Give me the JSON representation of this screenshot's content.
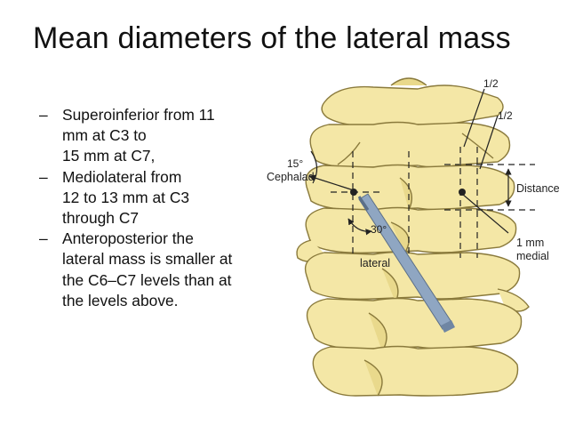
{
  "slide": {
    "title": "Mean diameters of the lateral mass"
  },
  "bullets": [
    {
      "dash": "–",
      "text": "Superoinferior from 11"
    },
    {
      "dash": "",
      "text": "mm at C3 to"
    },
    {
      "dash": "",
      "text": "15 mm at C7,"
    },
    {
      "dash": "–",
      "text": "Mediolateral from"
    },
    {
      "dash": "",
      "text": "12 to 13 mm at C3"
    },
    {
      "dash": "",
      "text": "through C7"
    },
    {
      "dash": "–",
      "text": "Anteroposterior the"
    },
    {
      "dash": "",
      "text": "lateral mass is smaller at"
    },
    {
      "dash": "",
      "text": "the C6–C7 levels than at"
    },
    {
      "dash": "",
      "text": "the levels above."
    }
  ],
  "figure": {
    "labels": {
      "half_top": "1/2",
      "half_mid": "1/2",
      "angle_15": "15°",
      "cephalad": "Cephalad",
      "angle_30": "30°",
      "lateral": "lateral",
      "distance": "Distance",
      "mm_1": "1 mm",
      "medial": "medial"
    },
    "colors": {
      "bone": "#f4e7a6",
      "bone_shade": "#d9c678",
      "outline": "#8a7a3c",
      "needle": "#8fa6c2",
      "line": "#222222"
    }
  }
}
